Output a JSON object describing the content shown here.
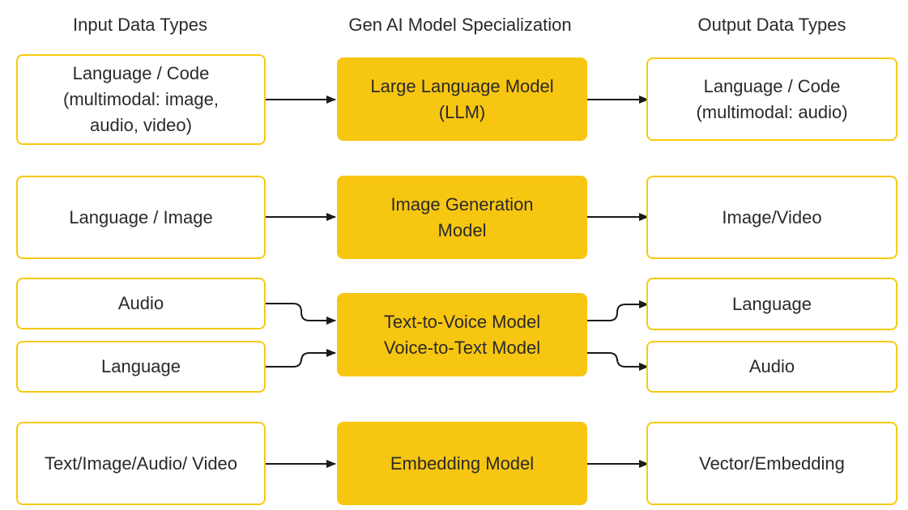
{
  "headers": {
    "input": "Input Data Types",
    "model": "Gen AI Model Specialization",
    "output": "Output Data Types"
  },
  "rows": [
    {
      "inputs": [
        "Language / Code\n(multimodal: image,\naudio, video)"
      ],
      "model": "Large Language Model\n(LLM)",
      "outputs": [
        "Language / Code\n(multimodal: audio)"
      ]
    },
    {
      "inputs": [
        "Language / Image"
      ],
      "model": "Image Generation\nModel",
      "outputs": [
        "Image/Video"
      ]
    },
    {
      "inputs": [
        "Audio",
        "Language"
      ],
      "model": "Text-to-Voice Model\nVoice-to-Text Model",
      "outputs": [
        "Language",
        "Audio"
      ]
    },
    {
      "inputs": [
        "Text/Image/Audio/ Video"
      ],
      "model": "Embedding Model",
      "outputs": [
        "Vector/Embedding"
      ]
    }
  ],
  "colors": {
    "accent": "#f7c610",
    "border": "#f7c90f",
    "arrow": "#1a1a1a"
  }
}
